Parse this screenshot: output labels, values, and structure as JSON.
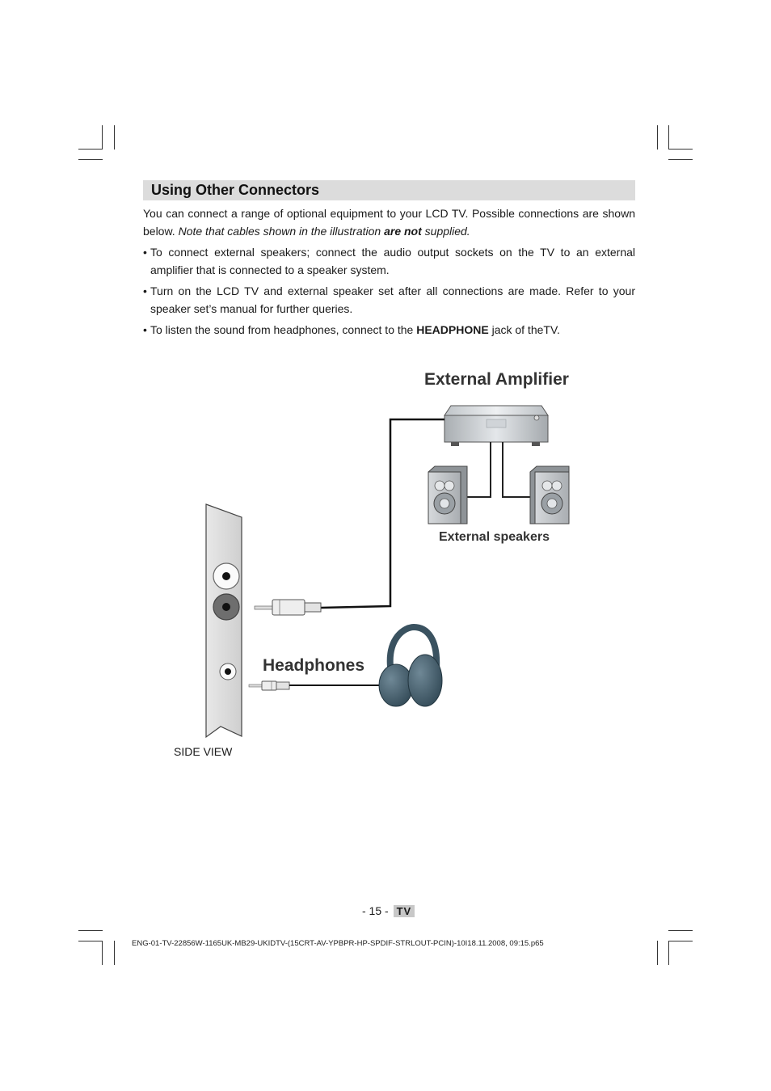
{
  "section": {
    "title": "Using Other Connectors"
  },
  "intro": {
    "text1": "You can connect a range of optional equipment to your LCD TV. Possible connections are shown below. ",
    "note_italic": "Note that cables shown in the illustration ",
    "note_bold": "are not",
    "note_end": " supplied."
  },
  "bullets": [
    {
      "text": "To connect  external speakers; connect the audio output sockets on the TV to an external amplifier that is connected to a speaker system."
    },
    {
      "text": "Turn on the LCD TV and external speaker set after all connections are made. Refer to your speaker set’s manual for further queries."
    },
    {
      "pre": "To listen the sound from headphones, connect to the ",
      "bold": "HEADPHONE",
      "post": " jack of theTV."
    }
  ],
  "bullet_symbol": "•",
  "diagram": {
    "amplifier_label": "External Amplifier",
    "speakers_label": "External speakers",
    "headphones_label": "Headphones",
    "side_view_label": "SIDE VIEW"
  },
  "footer": {
    "page": "- 15 -",
    "badge": "TV",
    "file": "ENG-01-TV-22856W-1165UK-MB29-UKIDTV-(15CRT-AV-YPBPR-HP-SPDIF-STRLOUT-PCIN)-10I18.11.2008, 09:15.p65"
  }
}
